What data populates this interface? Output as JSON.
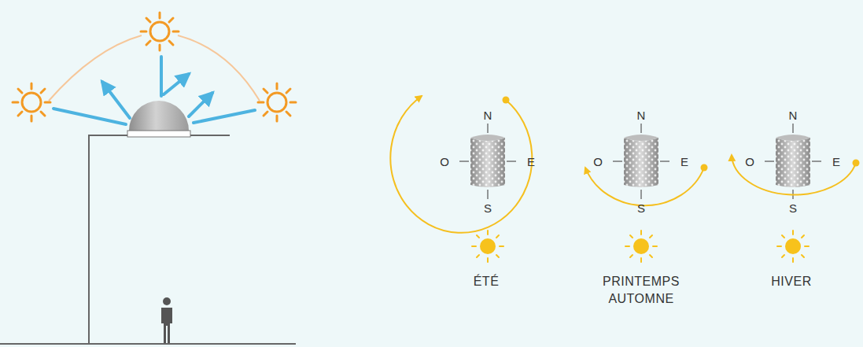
{
  "diagram": {
    "labels": [
      "N",
      "O",
      "E",
      "S",
      "N",
      "O",
      "E",
      "S",
      "N",
      "O",
      "E",
      "S",
      "ÉTÉ",
      "PRINTEMPS AUTOMNE",
      "HIVER"
    ]
  }
}
